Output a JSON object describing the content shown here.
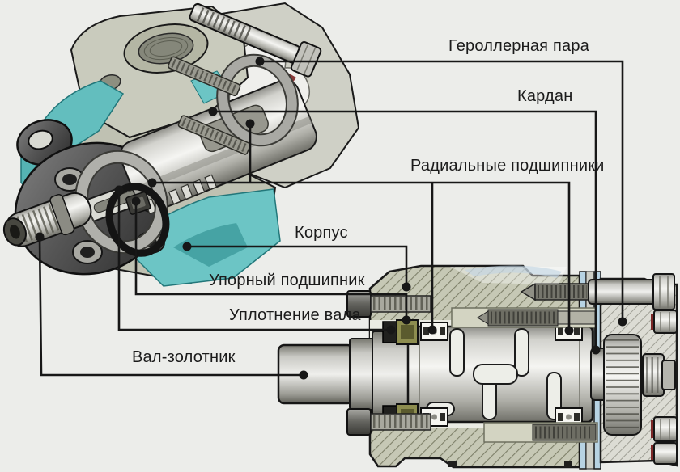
{
  "figure": {
    "background_color": "#ecedea",
    "leader_line_color": "#171717",
    "labels": [
      {
        "id": "gerotor-pair",
        "text": "Героллерная пара"
      },
      {
        "id": "cardan",
        "text": "Кардан"
      },
      {
        "id": "radial-bearings",
        "text": "Радиальные подшипники"
      },
      {
        "id": "housing",
        "text": "Корпус"
      },
      {
        "id": "thrust-bearing",
        "text": "Упорный подшипник"
      },
      {
        "id": "shaft-seal",
        "text": "Уплотнение вала"
      },
      {
        "id": "spool-shaft",
        "text": "Вал-золотник"
      }
    ],
    "accent_colors": {
      "cut_surface_teal": "#63bebe",
      "housing_hatch": "#c6c8b5",
      "thrust_bearing_olive": "#8d8d4f",
      "plate_blue": "#b7d3e3"
    }
  }
}
